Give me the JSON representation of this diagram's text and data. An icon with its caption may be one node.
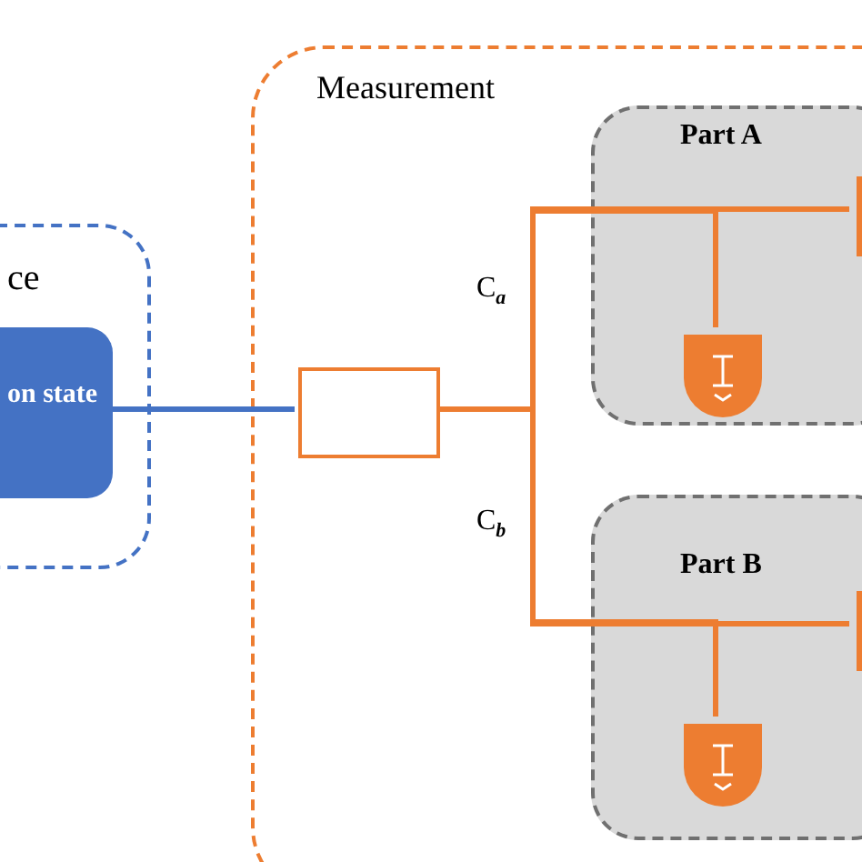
{
  "diagram": {
    "nodes": [
      {
        "text": [
          "ce"
        ]
      },
      {
        "text": [
          "on state"
        ],
        "in": 0
      },
      {
        "text": [
          "Measurement"
        ]
      },
      {
        "text": [],
        "shape": "box",
        "in": 2
      },
      {
        "text": [
          "Part A"
        ],
        "in": 2
      },
      {
        "text": [],
        "shape": "detector",
        "in": 4
      },
      {
        "text": [],
        "shape": "bar",
        "in": 4
      },
      {
        "text": [
          "Part B"
        ],
        "in": 2
      },
      {
        "text": [],
        "shape": "detector",
        "in": 7
      },
      {
        "text": [],
        "shape": "bar",
        "in": 7
      }
    ],
    "edges": [
      {
        "from": 1,
        "to": 3,
        "arrow": "none",
        "color": "#4472c4"
      },
      {
        "from": 3,
        "to": 5,
        "arrow": "none"
      },
      {
        "from": 3,
        "to": 6,
        "arrow": "none"
      },
      {
        "from": 3,
        "to": 8,
        "arrow": "none"
      },
      {
        "from": 3,
        "to": 9,
        "arrow": "none"
      }
    ],
    "labels": [
      "C$_{a}$",
      "C$_{b}$"
    ]
  }
}
